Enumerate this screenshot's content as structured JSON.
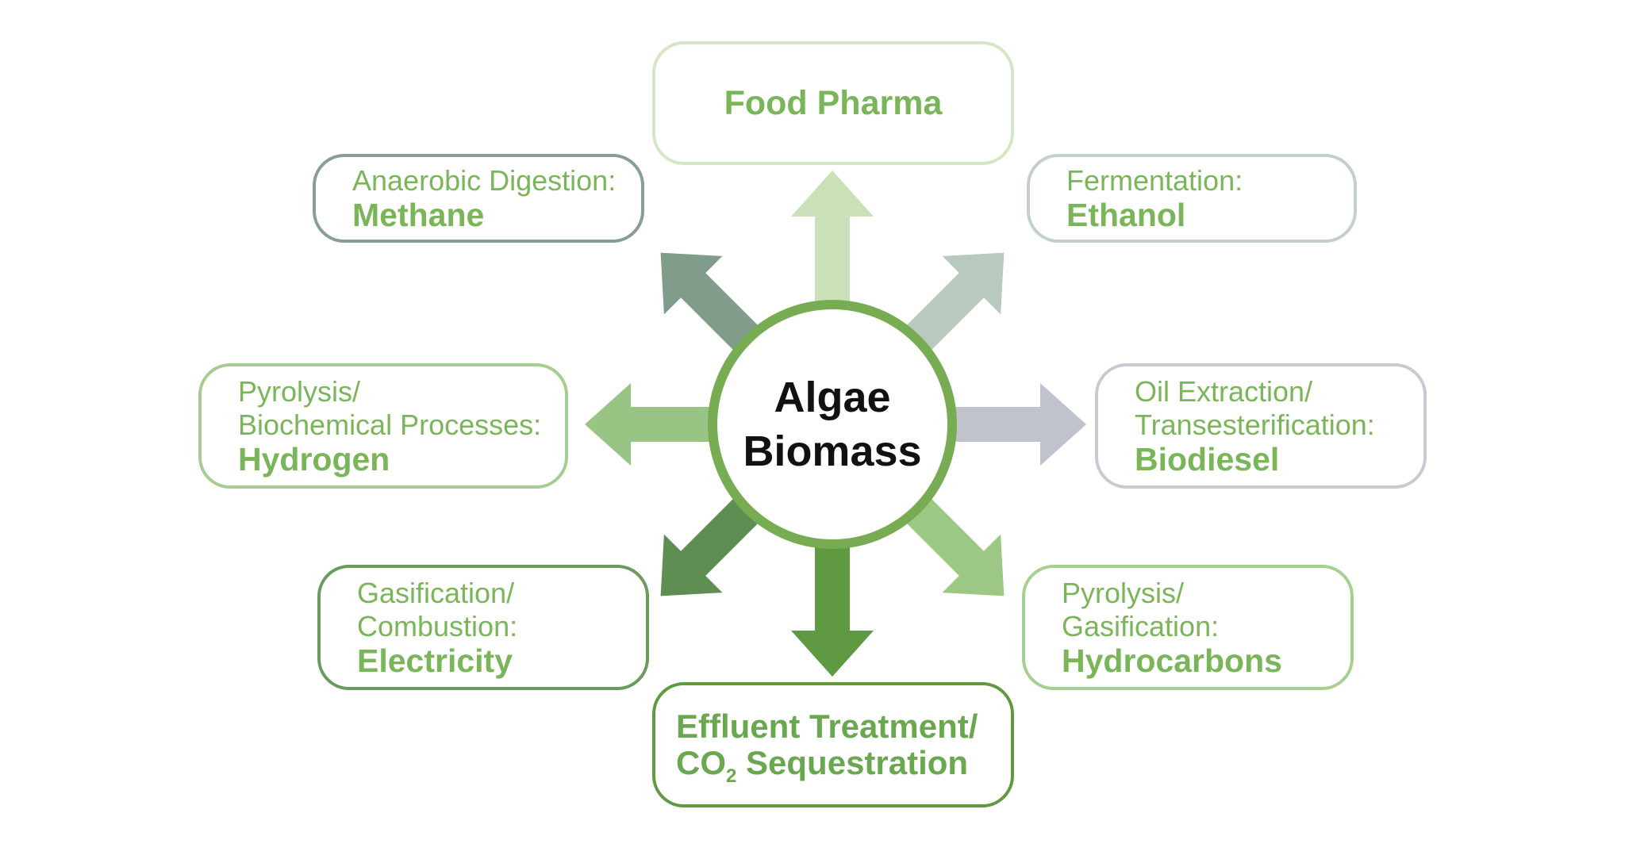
{
  "center": {
    "line1": "Algae",
    "line2": "Biomass"
  },
  "nodes": {
    "food_pharma": {
      "product": "Food Pharma"
    },
    "ethanol": {
      "process": "Fermentation:",
      "product": "Ethanol"
    },
    "biodiesel": {
      "process": "Oil Extraction/\nTransesterification:",
      "product": "Biodiesel"
    },
    "hydrocarbons": {
      "process": "Pyrolysis/\nGasification:",
      "product": "Hydrocarbons"
    },
    "effluent": {
      "line1": "Effluent Treatment/",
      "line2_prefix": "CO",
      "line2_subscript": "2",
      "line2_suffix": " Sequestration"
    },
    "electricity": {
      "process": "Gasification/\nCombustion:",
      "product": "Electricity"
    },
    "hydrogen": {
      "process": "Pyrolysis/\nBiochemical Processes:",
      "product": "Hydrogen"
    },
    "methane": {
      "process": "Anaerobic Digestion:",
      "product": "Methane"
    }
  },
  "colors": {
    "text_green": "#7ab55a",
    "hub_ring": "#77ac52",
    "food_pharma": "#c9e0b8",
    "ethanol": "#b8c9bd",
    "biodiesel": "#c0c2cc",
    "hydrocarbons": "#9cc785",
    "effluent": "#5f9a43",
    "electricity": "#5e8e52",
    "hydrogen": "#98c583",
    "methane": "#7f9d8a"
  }
}
